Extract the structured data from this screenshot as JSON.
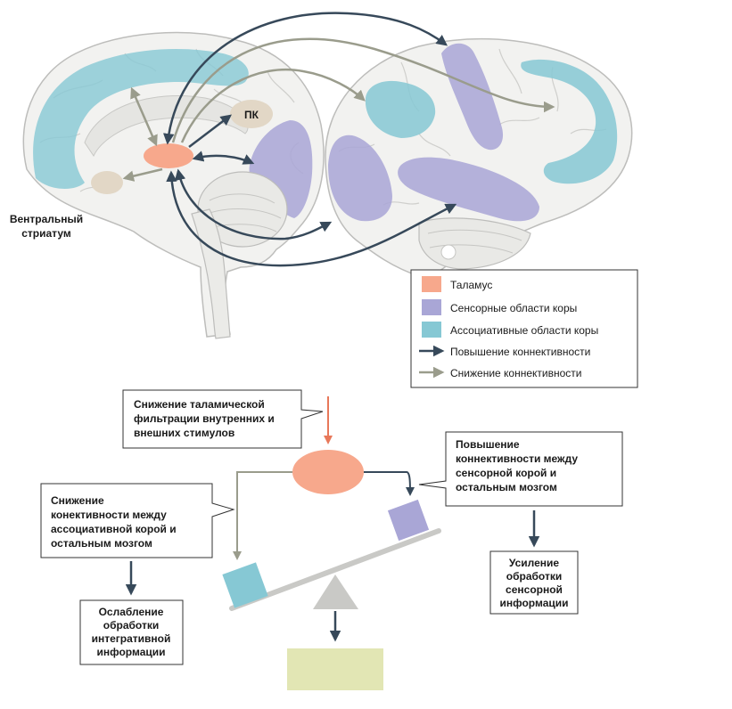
{
  "brain_labels": {
    "pk": "ПК",
    "ventral_striatum_line1": "Вентральный",
    "ventral_striatum_line2": "стриатум"
  },
  "legend": {
    "thalamus": "Таламус",
    "sensory": "Сенсорные области коры",
    "associative": "Ассоциативные области коры",
    "increase": "Повышение коннективности",
    "decrease": "Снижение коннективности"
  },
  "callouts": {
    "filtering": [
      "Снижение таламической",
      "фильтрации внутренних и",
      "внешних стимулов"
    ],
    "sensory_up": [
      "Повышение",
      "коннективности между",
      "сенсорной корой и",
      "остальным мозгом"
    ],
    "assoc_down": [
      "Снижение",
      "конективности между",
      "ассоциативной корой и",
      "остальным мозгом"
    ],
    "sensory_result": [
      "Усиление",
      "обработки",
      "сенсорной",
      "информации"
    ],
    "integrative_result": [
      "Ослабление",
      "обработки",
      "интегративной",
      "информации"
    ]
  },
  "colors": {
    "thalamus": "#f7a88c",
    "sensory": "#a9a6d6",
    "associative": "#86c8d4",
    "increase_arrow": "#37495a",
    "decrease_arrow": "#9a9c8c",
    "pk": "#e2d7c6",
    "striatum": "#e2d7c6",
    "bottom_box": "#e2e6b4",
    "fulcrum": "#c9c9c6",
    "filter_arrow": "#e8785a"
  }
}
